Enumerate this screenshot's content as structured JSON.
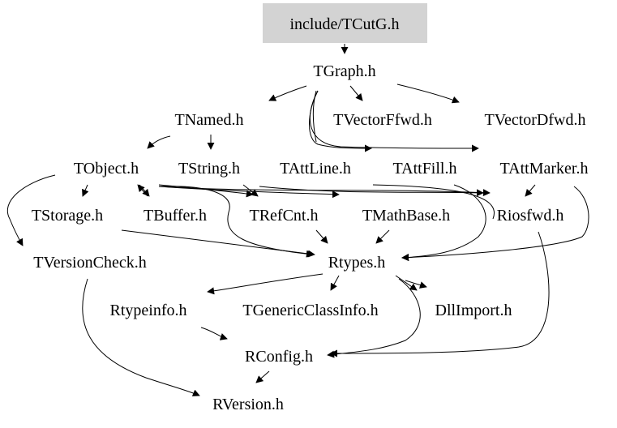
{
  "diagram": {
    "type": "include-dependency-graph",
    "root": "include/TCutG.h",
    "root_fill": "#d3d3d3",
    "edge_color": "#000000",
    "nodes": {
      "tcutg": "include/TCutG.h",
      "tgraph": "TGraph.h",
      "tnamed": "TNamed.h",
      "tvectorffwd": "TVectorFfwd.h",
      "tvectordfwd": "TVectorDfwd.h",
      "tobject": "TObject.h",
      "tstring": "TString.h",
      "tattline": "TAttLine.h",
      "tattfill": "TAttFill.h",
      "tattmarker": "TAttMarker.h",
      "tstorage": "TStorage.h",
      "tbuffer": "TBuffer.h",
      "trefcnt": "TRefCnt.h",
      "tmathbase": "TMathBase.h",
      "riosfwd": "Riosfwd.h",
      "tversioncheck": "TVersionCheck.h",
      "rtypes": "Rtypes.h",
      "rtypeinfo": "Rtypeinfo.h",
      "tgenericclassinfo": "TGenericClassInfo.h",
      "dllimport": "DllImport.h",
      "rconfig": "RConfig.h",
      "rversion": "RVersion.h"
    },
    "edges": [
      [
        "tcutg",
        "tgraph"
      ],
      [
        "tgraph",
        "tnamed"
      ],
      [
        "tgraph",
        "tvectorffwd"
      ],
      [
        "tgraph",
        "tvectordfwd"
      ],
      [
        "tgraph",
        "tattline"
      ],
      [
        "tgraph",
        "tattfill"
      ],
      [
        "tgraph",
        "tattmarker"
      ],
      [
        "tnamed",
        "tobject"
      ],
      [
        "tnamed",
        "tstring"
      ],
      [
        "tobject",
        "tstorage"
      ],
      [
        "tobject",
        "tbuffer"
      ],
      [
        "tobject",
        "tversioncheck"
      ],
      [
        "tobject",
        "trefcnt"
      ],
      [
        "tobject",
        "tmathbase"
      ],
      [
        "tobject",
        "riosfwd"
      ],
      [
        "tobject",
        "rtypes"
      ],
      [
        "tstring",
        "trefcnt"
      ],
      [
        "tstring",
        "riosfwd"
      ],
      [
        "tstring",
        "tmathbase"
      ],
      [
        "tstring",
        "rtypes"
      ],
      [
        "tattline",
        "rtypes"
      ],
      [
        "tattfill",
        "rtypes"
      ],
      [
        "tattmarker",
        "rtypes"
      ],
      [
        "tattmarker",
        "riosfwd"
      ],
      [
        "tbuffer",
        "tobject"
      ],
      [
        "tstorage",
        "rtypes"
      ],
      [
        "trefcnt",
        "rtypes"
      ],
      [
        "tmathbase",
        "rtypes"
      ],
      [
        "riosfwd",
        "rconfig"
      ],
      [
        "tversioncheck",
        "rversion"
      ],
      [
        "rtypes",
        "rtypeinfo"
      ],
      [
        "rtypes",
        "tgenericclassinfo"
      ],
      [
        "rtypes",
        "dllimport"
      ],
      [
        "rtypes",
        "rconfig"
      ],
      [
        "rtypeinfo",
        "rconfig"
      ],
      [
        "rconfig",
        "rversion"
      ]
    ]
  }
}
